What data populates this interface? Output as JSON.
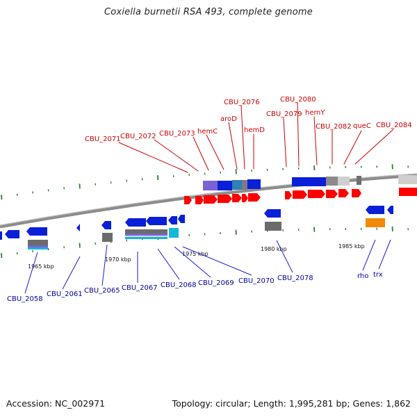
{
  "title": "Coxiella burnetii RSA 493, complete genome",
  "footer": {
    "accession": "Accession: NC_002971",
    "topology": "Topology: circular; Length: 1,995,281 bp; Genes: 1,862"
  },
  "colors": {
    "top_strand_label": "#cc0000",
    "bottom_strand_label": "#00009a",
    "forward_gene": "#ff0000",
    "reverse_gene": "#0000ee",
    "ruler_tick": "#2e7d32",
    "backbone": "#8c8c8c"
  },
  "ticks": [
    {
      "label": "1965 kbp"
    },
    {
      "label": "1970 kbp"
    },
    {
      "label": "1975 kbp"
    },
    {
      "label": "1980 kbp"
    },
    {
      "label": "1985 kbp"
    }
  ],
  "top_genes": [
    {
      "label": "CBU_2071"
    },
    {
      "label": "CBU_2072"
    },
    {
      "label": "CBU_2073"
    },
    {
      "label": "hemC"
    },
    {
      "label": "aroD"
    },
    {
      "label": "CBU_2076"
    },
    {
      "label": "hemD"
    },
    {
      "label": "CBU_2079"
    },
    {
      "label": "CBU_2080"
    },
    {
      "label": "hemY"
    },
    {
      "label": "CBU_2082"
    },
    {
      "label": "queC"
    },
    {
      "label": "CBU_2084"
    }
  ],
  "bottom_genes": [
    {
      "label": "CBU_2058"
    },
    {
      "label": "CBU_2061"
    },
    {
      "label": "CBU_2065"
    },
    {
      "label": "CBU_2067"
    },
    {
      "label": "CBU_2068"
    },
    {
      "label": "CBU_2069"
    },
    {
      "label": "CBU_2070"
    },
    {
      "label": "CBU_2078"
    },
    {
      "label": "rho"
    },
    {
      "label": "trx"
    }
  ]
}
